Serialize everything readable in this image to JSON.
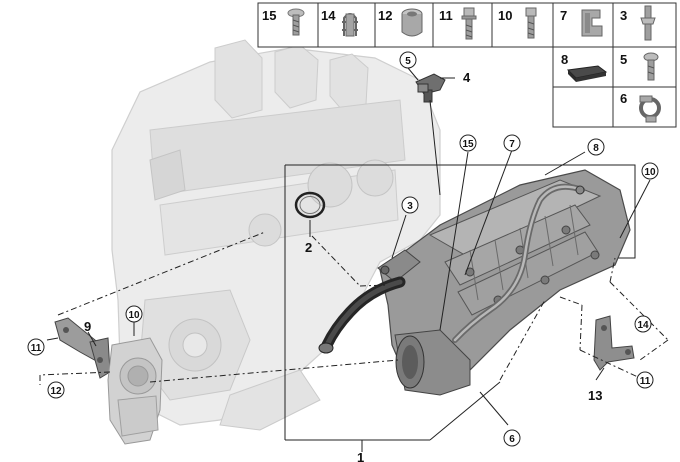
{
  "legend": {
    "row1": [
      {
        "num": "15",
        "icon": "bolt-icon"
      },
      {
        "num": "14",
        "icon": "spring-clip-icon"
      },
      {
        "num": "12",
        "icon": "grommet-icon"
      },
      {
        "num": "11",
        "icon": "collar-bolt-icon"
      },
      {
        "num": "10",
        "icon": "bolt-icon"
      },
      {
        "num": "7",
        "icon": "clip-icon"
      },
      {
        "num": "3",
        "icon": "stud-bolt-icon"
      }
    ],
    "right_column": [
      {
        "num": "8",
        "icon": "foam-pad-icon"
      },
      {
        "num": "5",
        "icon": "screw-icon"
      },
      {
        "num": "6",
        "icon": "pipe-clamp-icon"
      }
    ]
  },
  "callouts": {
    "c1": "1",
    "c2": "2",
    "c3": "3",
    "c4": "4",
    "c5": "5",
    "c6": "6",
    "c7": "7",
    "c8": "8",
    "c9": "9",
    "c10a": "10",
    "c10b": "10",
    "c11a": "11",
    "c11b": "11",
    "c12": "12",
    "c13": "13",
    "c14": "14",
    "c15": "15"
  },
  "colors": {
    "engine": "#e6e6e6",
    "engine_line": "#c8c8c8",
    "part": "#8f8f8f",
    "part_dark": "#5e5e5e",
    "line": "#222222"
  }
}
